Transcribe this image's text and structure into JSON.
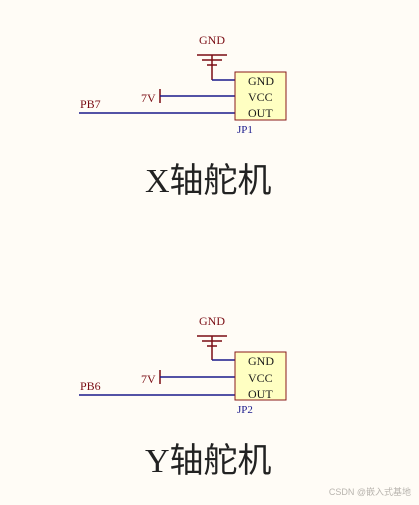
{
  "colors": {
    "background": "#fffcf6",
    "wire": "#1a1a8c",
    "net_label": "#7a0d14",
    "power_symbol": "#7a0d14",
    "connector_fill": "#ffffc2",
    "connector_border": "#8a1a1a",
    "title_text": "#222222",
    "watermark": "#b8b4ae"
  },
  "circuits": [
    {
      "ground_label": "GND",
      "power_label": "7V",
      "signal_net": "PB7",
      "connector": {
        "ref": "JP1",
        "pins": [
          "GND",
          "VCC",
          "OUT"
        ]
      },
      "caption": "X轴舵机"
    },
    {
      "ground_label": "GND",
      "power_label": "7V",
      "signal_net": "PB6",
      "connector": {
        "ref": "JP2",
        "pins": [
          "GND",
          "VCC",
          "OUT"
        ]
      },
      "caption": "Y轴舵机"
    }
  ],
  "watermark": "CSDN @嵌入式基地"
}
